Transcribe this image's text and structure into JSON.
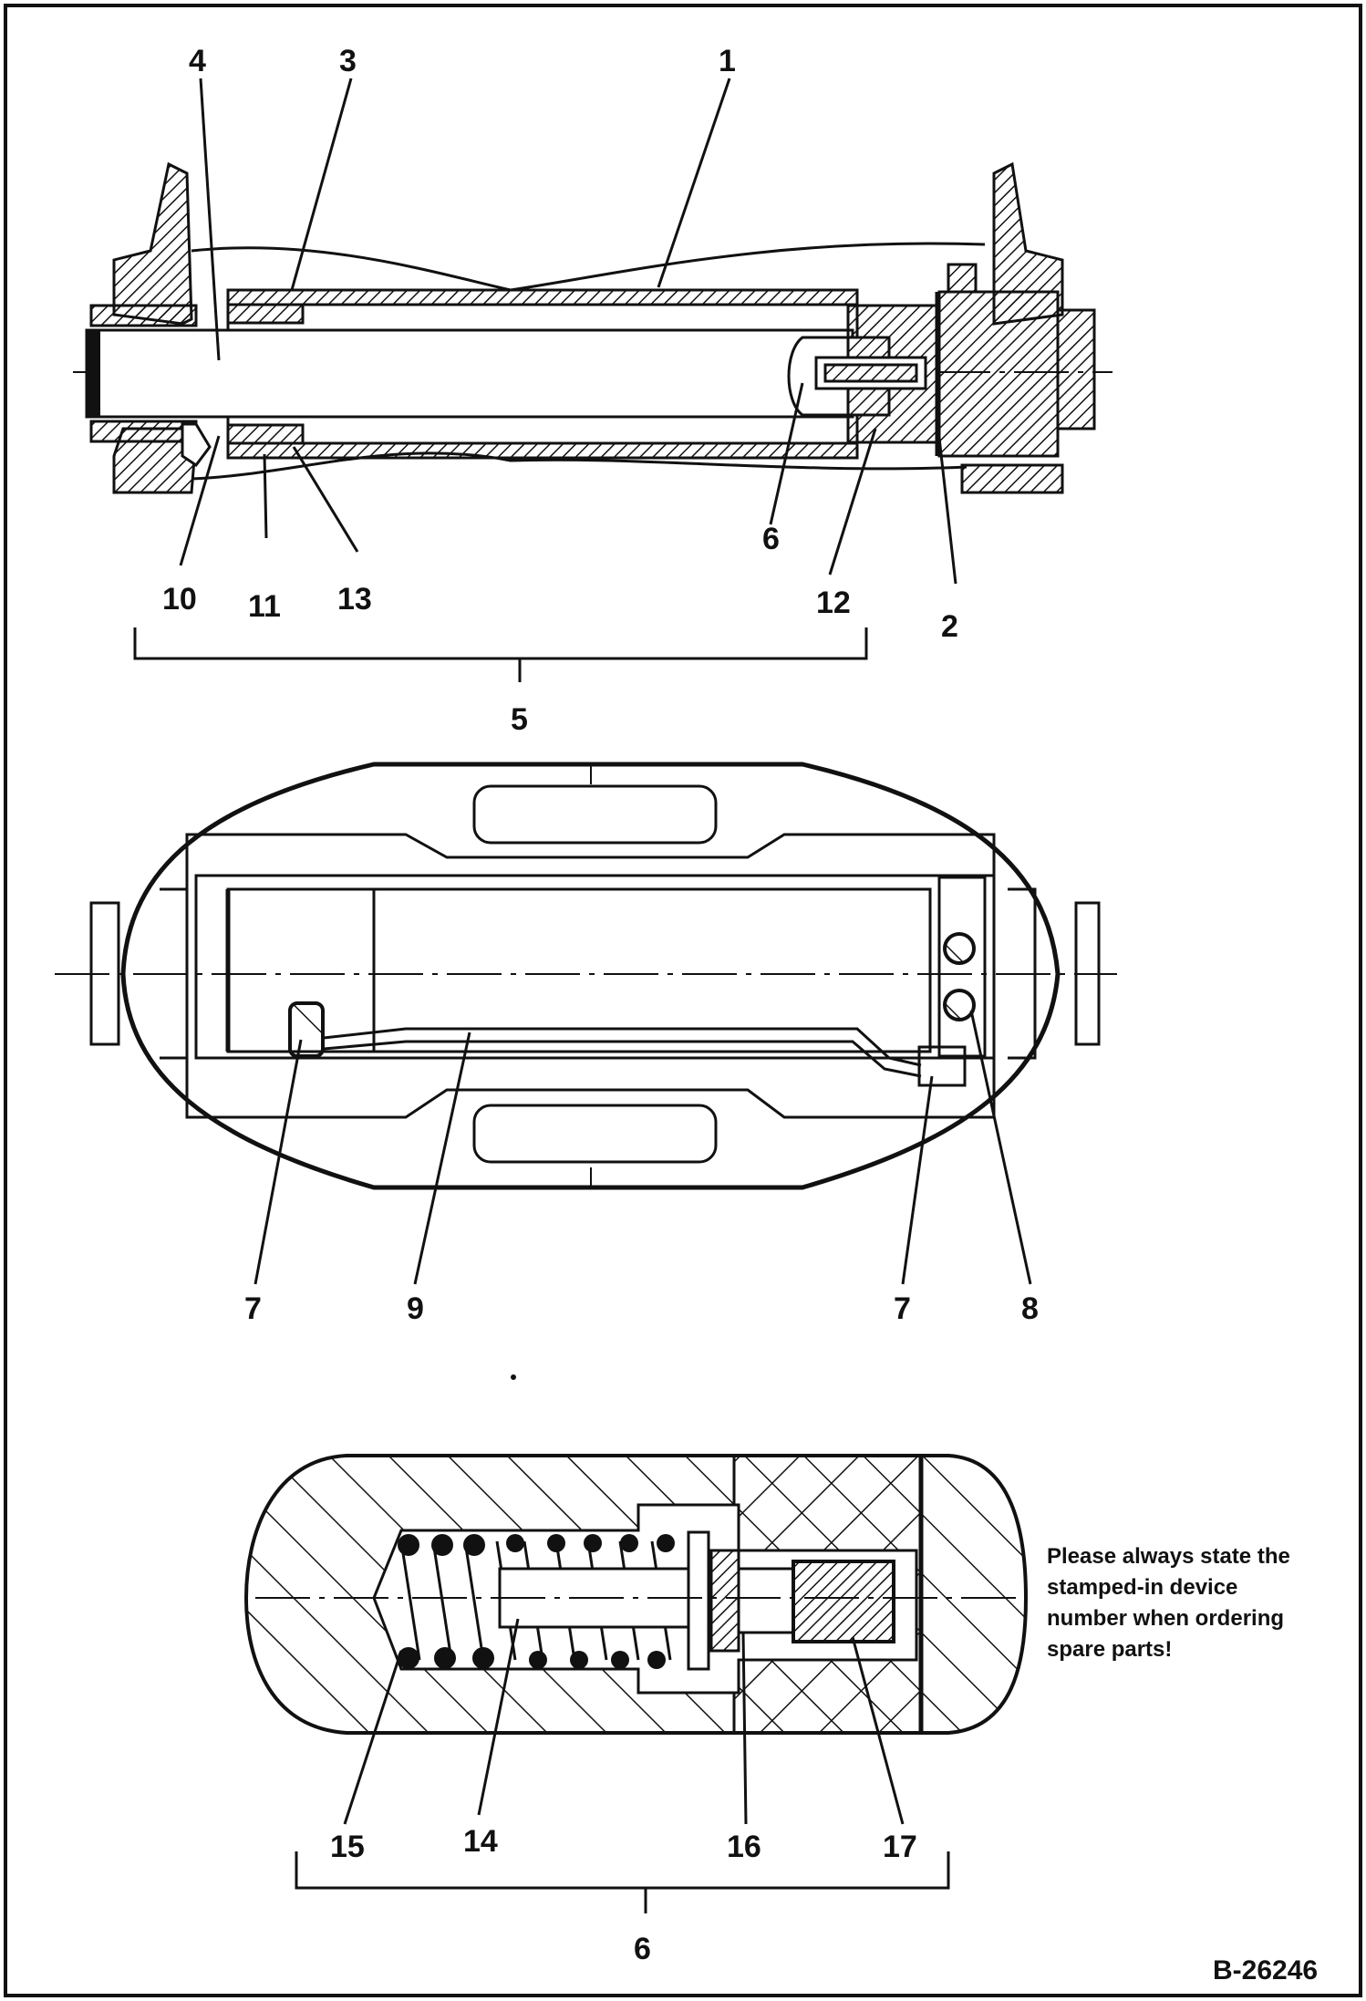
{
  "diagram": {
    "reference_code": "B-26246",
    "note_lines": [
      "Please always state the",
      "stamped-in device",
      "number when ordering",
      "spare parts!"
    ],
    "callouts_top": [
      "1",
      "2",
      "3",
      "4",
      "5",
      "6",
      "10",
      "11",
      "12",
      "13"
    ],
    "callouts_middle": [
      "7",
      "9",
      "7",
      "8"
    ],
    "callouts_bottom": [
      "6",
      "14",
      "15",
      "16",
      "17"
    ]
  }
}
